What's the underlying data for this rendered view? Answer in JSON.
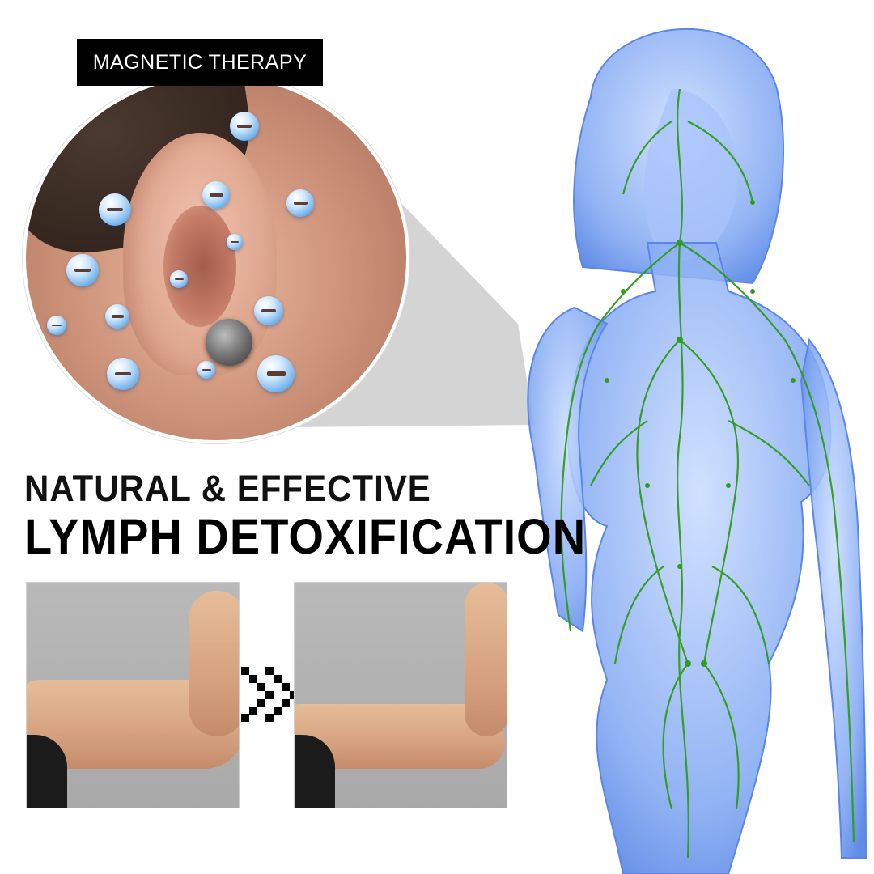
{
  "label": {
    "text": "MAGNETIC THERAPY"
  },
  "headline": {
    "line1": "NATURAL & EFFECTIVE",
    "line2": "LYMPH DETOXIFICATION"
  },
  "colors": {
    "label_bg": "#000000",
    "label_text": "#ffffff",
    "headline": "#000000",
    "body_blue": "#6f9cf0",
    "lymph_green": "#2f9c1a",
    "cone_gray": "#c9c9c9"
  },
  "icons": [
    "magnetic-bubble-icon",
    "double-chevron-right-icon"
  ]
}
